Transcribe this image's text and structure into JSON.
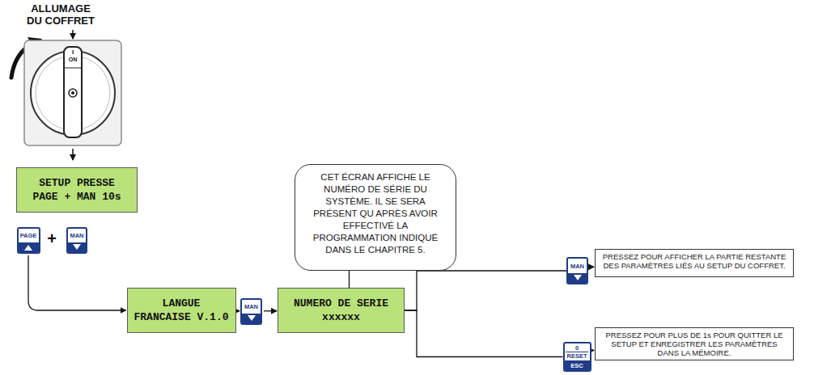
{
  "diagram": {
    "nodes": [
      {
        "text": [
          "SETUP PRESSE",
          "PAGE + MAN 10s"
        ]
      },
      {
        "text": [
          "PAGE"
        ]
      },
      {
        "text": [
          "MAN"
        ]
      },
      {
        "text": [
          "CET ÉCRAN AFFICHE LE NUMÉRO DE SÉRIE DU SYSTÈME. IL SE SERA PRÉSENT QU APRÈS AVOIR EFFECTIVÉ LA PROGRAMMATION INDIQUÉ DANS LE CHAPITRE 5."
        ]
      },
      {
        "text": [
          "LANGUE",
          "FRANCAISE V.1.0"
        ]
      },
      {
        "text": [
          "MAN"
        ]
      },
      {
        "text": [
          "NUMERO DE SERIE",
          "xxxxxx"
        ]
      },
      {
        "text": [
          "MAN"
        ]
      },
      {
        "text": [
          "PRESSEZ POUR AFFICHER LA PARTIE RESTANTE DES PARAMÈTRES LIÉS AU SETUP DU COFFRET."
        ]
      },
      {
        "text": [
          "0",
          "RESET",
          "ESC"
        ]
      },
      {
        "text": [
          "PRESSEZ POUR PLUS DE 1s POUR QUITTER LE SETUP ET ENREGISTRER LES PARAMÈTRES DANS LA MÉMOIRE."
        ]
      }
    ],
    "edges": [
      {
        "from": 1,
        "to": 4,
        "arrow": "to"
      },
      {
        "from": 4,
        "to": 5,
        "arrow": "to"
      },
      {
        "from": 5,
        "to": 6,
        "arrow": "to"
      },
      {
        "from": 3,
        "to": 6,
        "arrow": "none"
      },
      {
        "from": 6,
        "to": 7,
        "arrow": "none"
      },
      {
        "from": 6,
        "to": 9,
        "arrow": "none"
      },
      {
        "from": 7,
        "to": 8,
        "arrow": "to"
      },
      {
        "from": 9,
        "to": 10,
        "arrow": "to"
      }
    ],
    "labels": [
      "ALLUMAGE DU COFFRET",
      "I",
      "ON",
      "+"
    ]
  }
}
